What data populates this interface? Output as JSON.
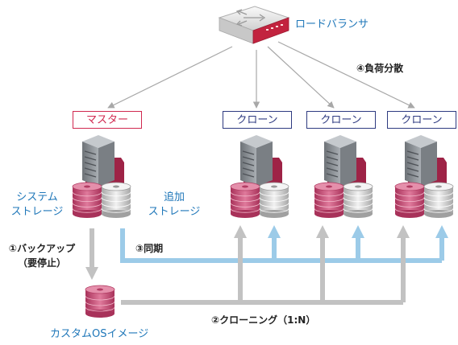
{
  "load_balancer": {
    "label": "ロードバランサ",
    "icon": "router-icon"
  },
  "load_distribution": {
    "label": "④負荷分散"
  },
  "master": {
    "label": "マスター",
    "color": "#d0284f"
  },
  "clones": [
    {
      "label": "クローン"
    },
    {
      "label": "クローン"
    },
    {
      "label": "クローン"
    }
  ],
  "clone_color": "#2e3a80",
  "system_storage": {
    "line1": "システム",
    "line2": "ストレージ"
  },
  "additional_storage": {
    "line1": "追加",
    "line2": "ストレージ"
  },
  "backup": {
    "line1": "①バックアップ",
    "line2": "（要停止）"
  },
  "sync": {
    "label": "③同期"
  },
  "custom_os_image": {
    "label": "カスタムOSイメージ"
  },
  "cloning": {
    "label": "②クローニング（1:N）"
  },
  "colors": {
    "label_blue": "#1f77b9",
    "sync_arrow": "#9ccbe8",
    "clone_arrow": "#c2c2c2",
    "system_disk": "#c8557a",
    "additional_disk": "#d8d8d8",
    "server": "#8f9499"
  }
}
